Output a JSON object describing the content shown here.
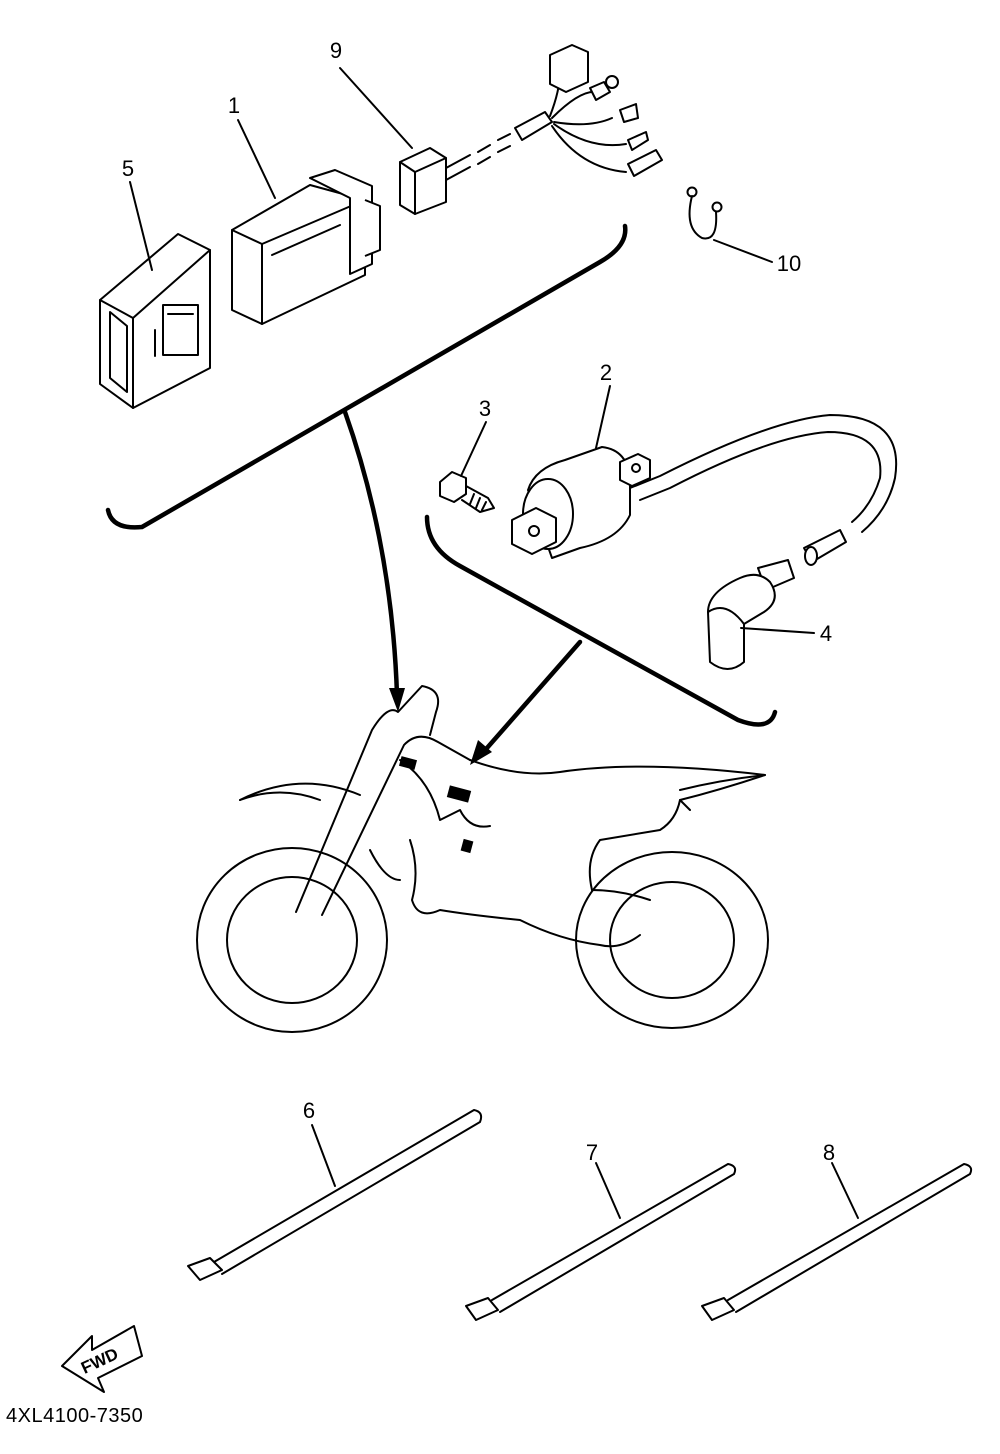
{
  "diagram": {
    "document_code": "4XL4100-7350",
    "fwd_label": "FWD",
    "part_labels": {
      "p1": "1",
      "p2": "2",
      "p3": "3",
      "p4": "4",
      "p5": "5",
      "p6": "6",
      "p7": "7",
      "p8": "8",
      "p9": "9",
      "p10": "10"
    }
  }
}
